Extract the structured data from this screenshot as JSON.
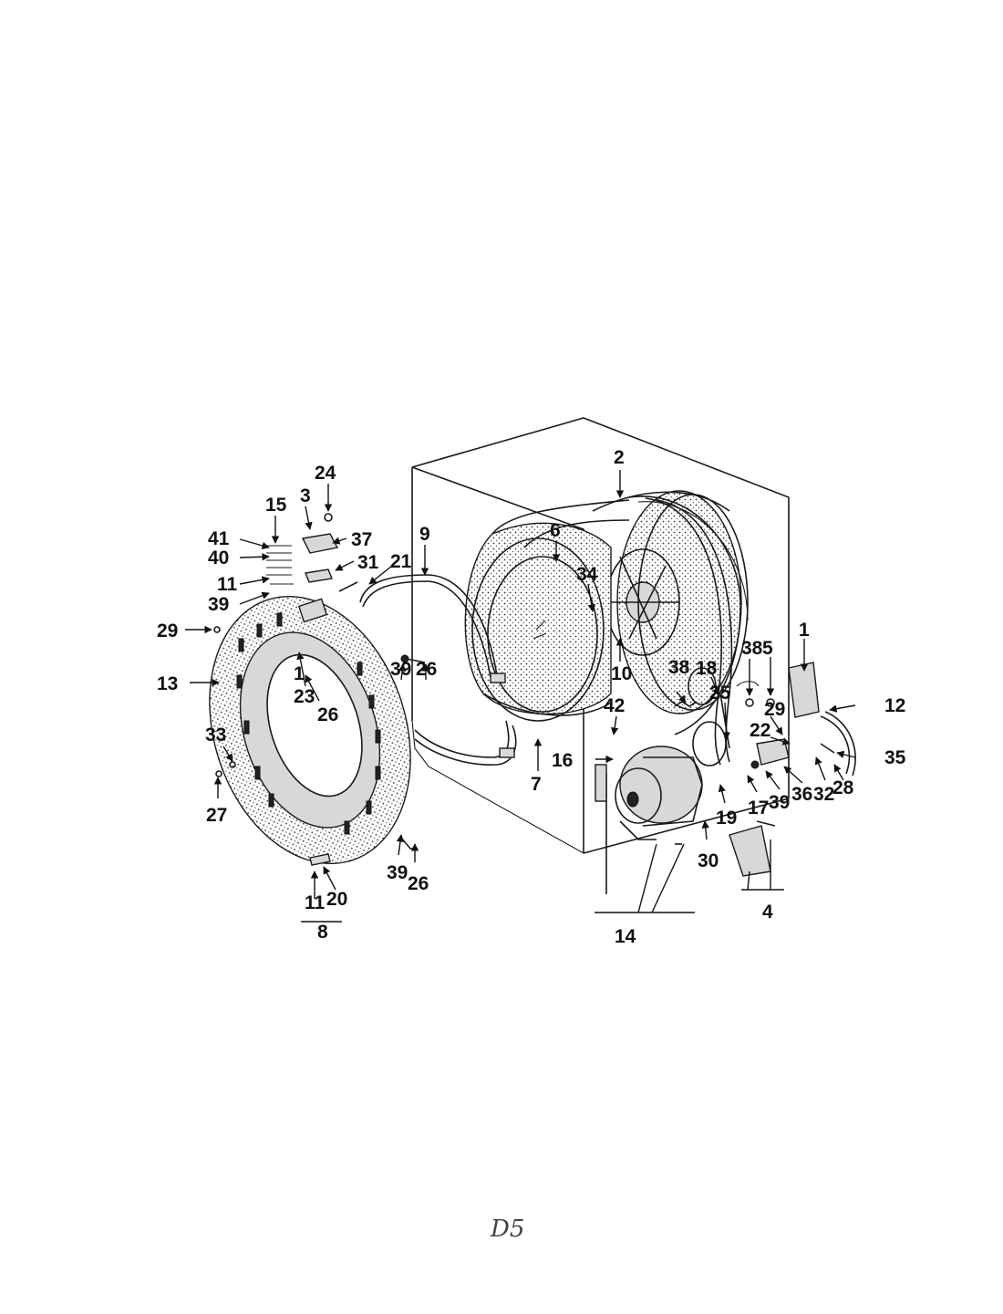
{
  "callouts": [
    "1",
    "2",
    "3",
    "4",
    "5",
    "6",
    "7",
    "8",
    "9",
    "10",
    "11",
    "12",
    "13",
    "14",
    "15",
    "16",
    "17",
    "18",
    "19",
    "20",
    "21",
    "22",
    "23",
    "24",
    "25",
    "26",
    "27",
    "28",
    "29",
    "30",
    "31",
    "32",
    "33",
    "34",
    "35",
    "36",
    "37",
    "38",
    "39",
    "40",
    "41",
    "42"
  ],
  "footer_note": "D5",
  "colors": {
    "ink": "#1a1a1a",
    "paper": "#ffffff",
    "shade": "#d8d8d8"
  }
}
